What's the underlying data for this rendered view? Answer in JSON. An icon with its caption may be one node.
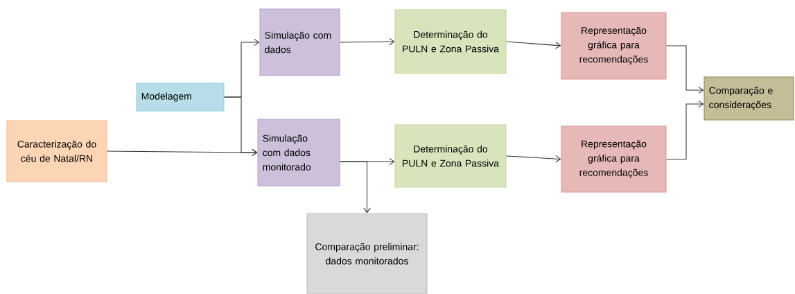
{
  "diagram": {
    "nodes": [
      {
        "text": [
          "Caracterização do céu de Natal/RN"
        ]
      },
      {
        "text": [
          "Modelagem"
        ]
      },
      {
        "text": [
          "Simulação com dados"
        ]
      },
      {
        "text": [
          "Simulação com dados monitorado"
        ]
      },
      {
        "text": [
          "Determinação do PULN e Zona Passiva"
        ]
      },
      {
        "text": [
          "Determinação do PULN e Zona Passiva"
        ]
      },
      {
        "text": [
          "Representação gráfica para recomendações"
        ]
      },
      {
        "text": [
          "Representação gráfica para recomendações"
        ]
      },
      {
        "text": [
          "Comparação e considerações"
        ]
      },
      {
        "text": [
          "Comparação preliminar: dados monitorados"
        ]
      }
    ],
    "edges": [
      {
        "from": 1,
        "to": 2,
        "arrow": "to"
      },
      {
        "from": 1,
        "to": 3,
        "arrow": "to"
      },
      {
        "from": 0,
        "to": 3,
        "arrow": "to"
      },
      {
        "from": 2,
        "to": 4,
        "arrow": "to"
      },
      {
        "from": 3,
        "to": 5,
        "arrow": "to"
      },
      {
        "from": 3,
        "to": 9,
        "arrow": "to"
      },
      {
        "from": 4,
        "to": 6,
        "arrow": "to"
      },
      {
        "from": 5,
        "to": 7,
        "arrow": "to"
      },
      {
        "from": 6,
        "to": 8,
        "arrow": "to"
      },
      {
        "from": 7,
        "to": 8,
        "arrow": "to"
      }
    ]
  }
}
